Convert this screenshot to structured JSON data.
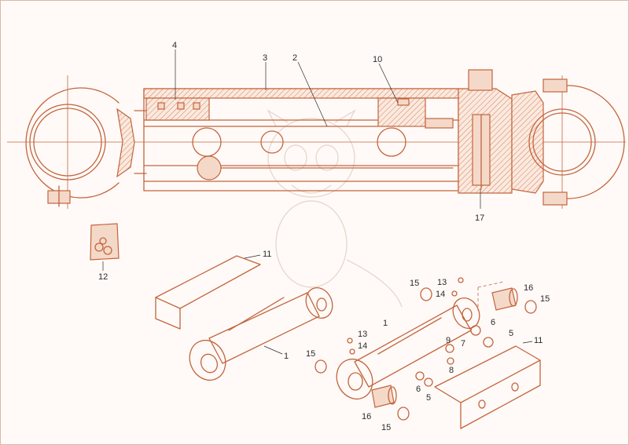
{
  "diagram": {
    "part_labels": {
      "p1a": "1",
      "p1b": "1",
      "p2": "2",
      "p3": "3",
      "p4": "4",
      "p5a": "5",
      "p5b": "5",
      "p6a": "6",
      "p6b": "6",
      "p7": "7",
      "p8": "8",
      "p9": "9",
      "p10": "10",
      "p11a": "11",
      "p11b": "11",
      "p12": "12",
      "p13a": "13",
      "p13b": "13",
      "p14a": "14",
      "p14b": "14",
      "p15a": "15",
      "p15b": "15",
      "p15c": "15",
      "p15d": "15",
      "p16a": "16",
      "p16b": "16",
      "p17": "17"
    },
    "colors": {
      "line": "#c4643d",
      "fill": "#f4d9c9",
      "text": "#2b2b2b"
    }
  }
}
